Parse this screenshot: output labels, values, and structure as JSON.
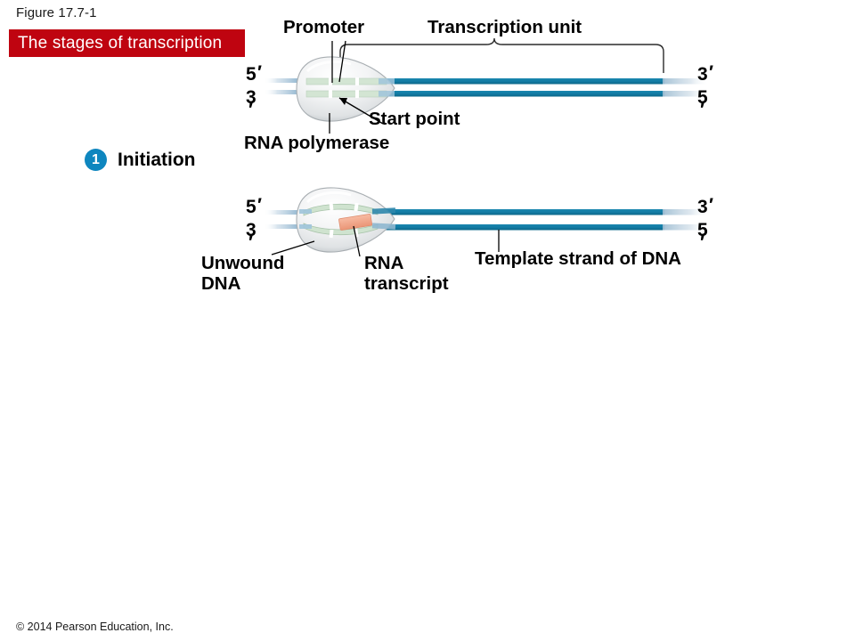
{
  "figure": {
    "number": "Figure 17.7-1",
    "title": "The stages of transcription",
    "banner_color": "#bf0410",
    "copyright": "© 2014 Pearson Education, Inc."
  },
  "palette": {
    "dna_teal": "#127ba4",
    "dna_teal_dark": "#0f6e93",
    "rna_transcript": "#f0a183",
    "polymerase_fill": "#e9ebec",
    "polymerase_edge": "#9aa0a4",
    "bubble_green": "#cfe3cf",
    "step_blue": "#0e86bf",
    "leader_line": "#000000"
  },
  "step": {
    "number": "1",
    "label": "Initiation"
  },
  "panel_initiation": {
    "labels": {
      "promoter": "Promoter",
      "transcription_unit": "Transcription unit",
      "start_point": "Start point",
      "rna_polymerase": "RNA polymerase"
    },
    "ends": {
      "left_top": "5",
      "left_bottom": "3",
      "right_top": "3",
      "right_bottom": "5",
      "prime_mark": "′"
    }
  },
  "panel_elongation": {
    "labels": {
      "unwound_dna_line1": "Unwound",
      "unwound_dna_line2": "DNA",
      "rna_transcript_line1": "RNA",
      "rna_transcript_line2": "transcript",
      "template_strand": "Template strand of DNA"
    },
    "ends": {
      "left_top": "5",
      "left_bottom": "3",
      "right_top": "3",
      "right_bottom": "5",
      "prime_mark": "′"
    }
  }
}
